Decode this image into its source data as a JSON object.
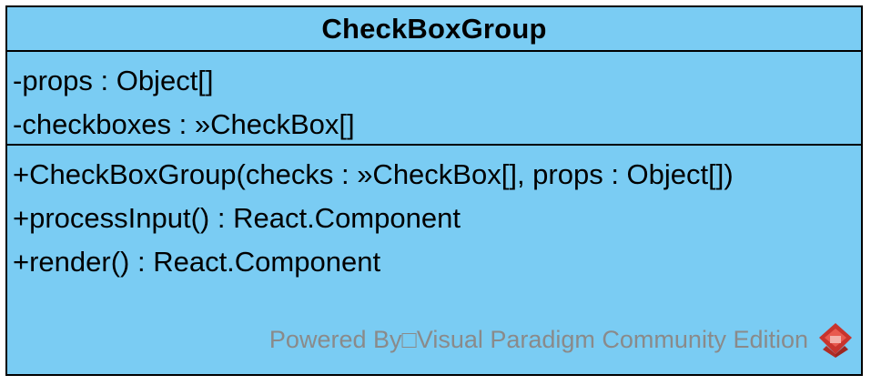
{
  "uml_class": {
    "name": "CheckBoxGroup",
    "attributes": [
      "-props : Object[]",
      "-checkboxes : »CheckBox[]"
    ],
    "operations": [
      "+CheckBoxGroup(checks : »CheckBox[], props : Object[])",
      "+processInput() : React.Component",
      "+render() : React.Component"
    ],
    "fill_color": "#7accf3",
    "border_color": "#000000"
  },
  "watermark": {
    "text": "Powered By□Visual Paradigm Community Edition",
    "icon": "visual-paradigm-logo-icon",
    "color": "#8a8a8a"
  }
}
